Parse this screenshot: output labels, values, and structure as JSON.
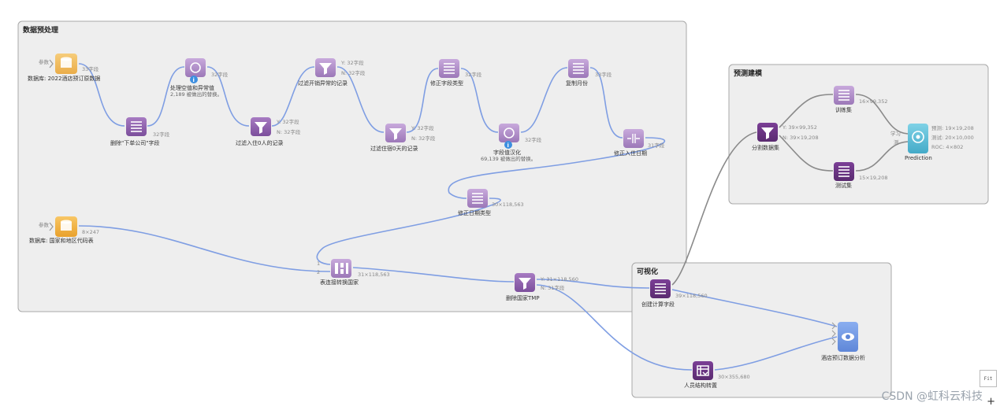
{
  "groups": {
    "preprocess": {
      "title": "数据预处理"
    },
    "modeling": {
      "title": "预测建模"
    },
    "viz": {
      "title": "可视化"
    }
  },
  "nodes": {
    "db_hotel": {
      "label": "数据库: 2022酒店预订原数据",
      "param": "参数",
      "out": "33字段"
    },
    "del_company": {
      "label": "删除\"下单公司\"字段",
      "out": "32字段"
    },
    "missing": {
      "label": "处理空值和异常值",
      "sub": "2,189 被做出的替换。",
      "out": "32字段"
    },
    "filter_zero": {
      "label": "过滤入住0人的记录",
      "y": "Y: 32字段",
      "n": "N: 32字段"
    },
    "filter_abn": {
      "label": "过滤开销异常的记录",
      "y": "Y: 32字段",
      "n": "N: 32字段"
    },
    "filter_nights": {
      "label": "过滤住宿0天的记录",
      "y": "Y: 32字段",
      "n": "N: 32字段"
    },
    "fix_type": {
      "label": "修正字段类型",
      "out": "32字段"
    },
    "value_cn": {
      "label": "字段值汉化",
      "sub": "69,139 被做出的替换。",
      "out": "32字段"
    },
    "copy_month": {
      "label": "复制月份",
      "out": "33字段"
    },
    "fix_date": {
      "label": "修正入住日期",
      "out": "31字段"
    },
    "fix_date_type": {
      "label": "修正日期类型",
      "out": "30×118,563"
    },
    "db_country": {
      "label": "数据库: 国家和地区代码表",
      "param": "参数",
      "out": "8×247"
    },
    "join_table": {
      "label": "表连接转换国家",
      "in1": "1",
      "in2": "2",
      "out": "31×118,563"
    },
    "del_country": {
      "label": "删除国家TMP",
      "y": "Y: 31×118,560",
      "n": "N: 31字段"
    },
    "calc_field": {
      "label": "创建计算字段",
      "out": "39×118,560"
    },
    "pivot": {
      "label": "人员结构转置",
      "out": "30×355,680"
    },
    "analysis": {
      "label": "酒店预订数据分析"
    },
    "split": {
      "label": "分割数据集",
      "y": "Y: 39×99,352",
      "n": "N: 39×19,208"
    },
    "train": {
      "label": "训练集",
      "out": "16×99,352"
    },
    "test": {
      "label": "测试集",
      "out": "15×19,208"
    },
    "prediction": {
      "label": "Prediction",
      "in1": "学习",
      "in2": "测",
      "o1": "预测: 19×19,208",
      "o2": "测试: 20×10,000",
      "o3": "ROC: 4×802"
    }
  },
  "watermark": "CSDN @虹科云科技",
  "controls": {
    "fit": "Fit",
    "plus": "+"
  }
}
